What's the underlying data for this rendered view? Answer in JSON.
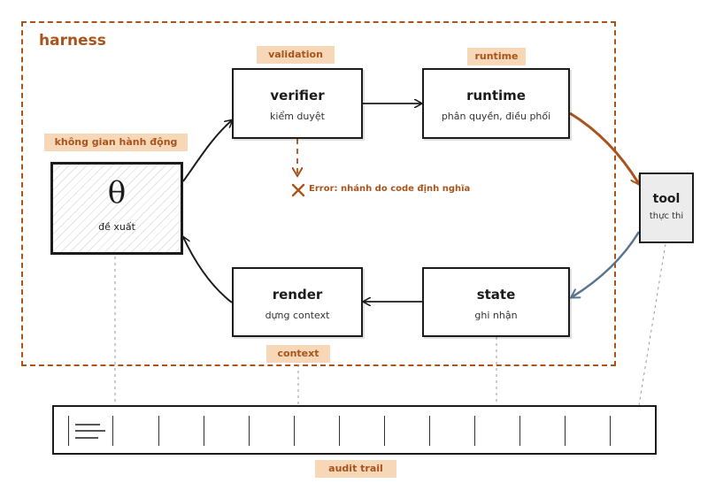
{
  "harness": {
    "label": "harness"
  },
  "tags": {
    "validation": "validation",
    "runtime": "runtime",
    "action_space": "không gian hành động",
    "context": "context",
    "audit": "audit trail"
  },
  "nodes": {
    "theta": {
      "symbol": "θ",
      "sub": "đề xuất"
    },
    "verifier": {
      "title": "verifier",
      "sub": "kiểm duyệt"
    },
    "runtime": {
      "title": "runtime",
      "sub": "phân quyền, điều phối"
    },
    "tool": {
      "title": "tool",
      "sub": "thực thi"
    },
    "state": {
      "title": "state",
      "sub": "ghi nhận"
    },
    "render": {
      "title": "render",
      "sub": "dựng context"
    }
  },
  "error": {
    "text": "Error: nhánh do code định nghĩa"
  },
  "colors": {
    "accent": "#a9541c",
    "tag_bg": "#f6d7b8",
    "ink": "#1c1c1c",
    "tool_return_arrow": "#5a7590"
  }
}
